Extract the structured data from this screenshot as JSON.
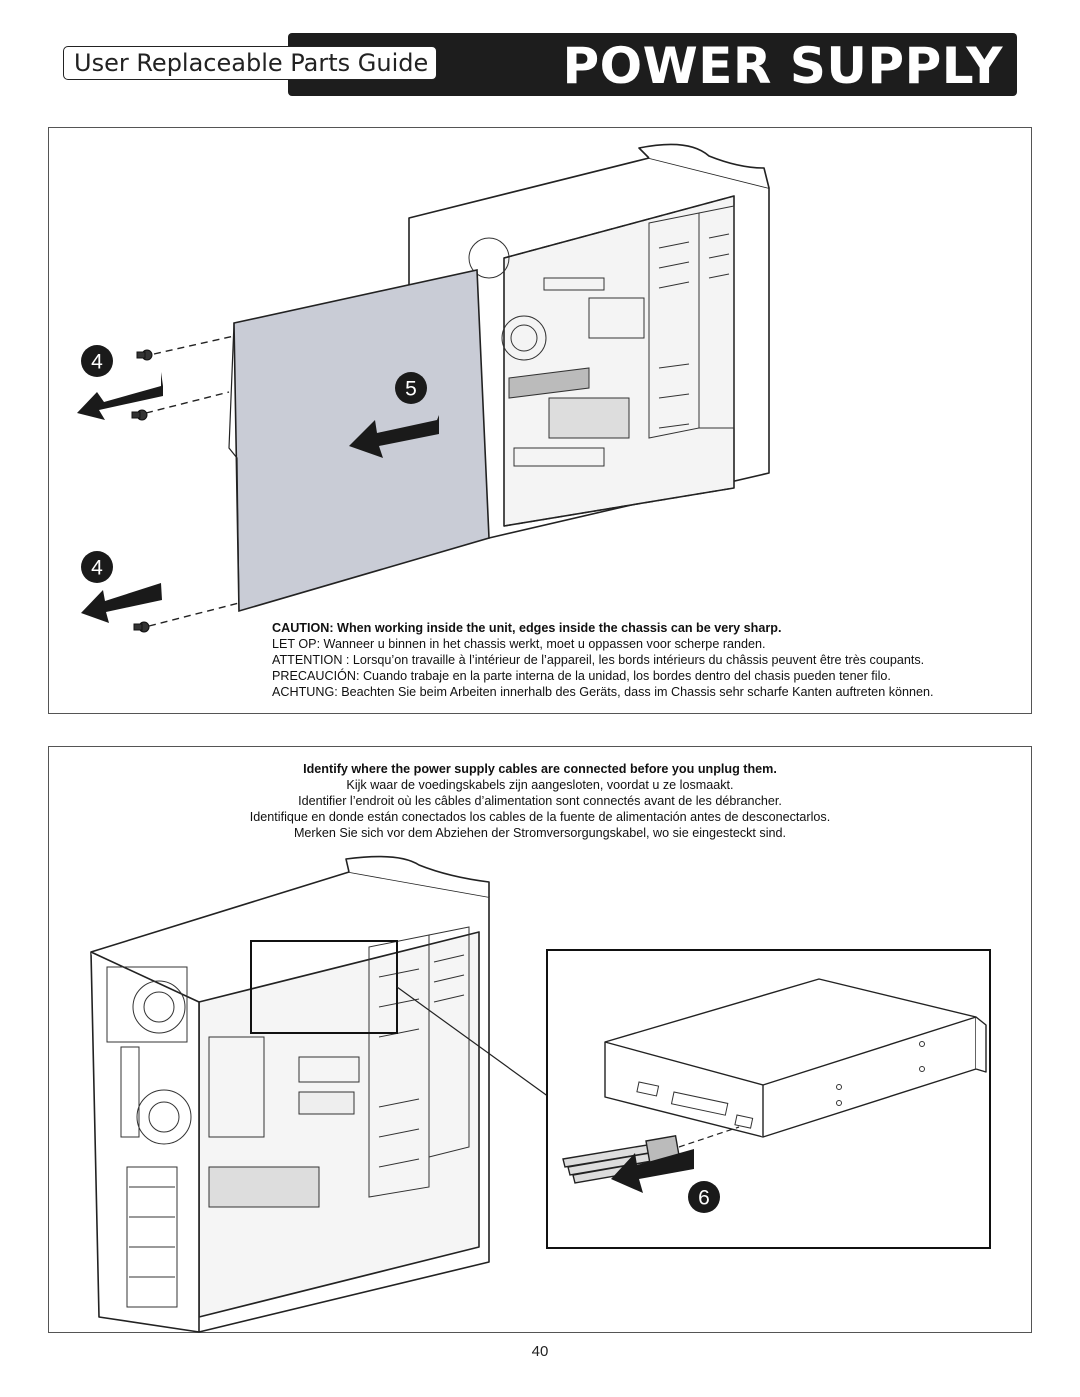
{
  "header": {
    "guide_title": "User Replaceable Parts Guide",
    "section_title": "POWER SUPPLY"
  },
  "panel1": {
    "callouts": [
      "4",
      "5",
      "4"
    ],
    "caution_lines": [
      "CAUTION: When working inside the unit, edges inside the chassis can be very sharp.",
      "LET OP: Wanneer u binnen in het chassis werkt, moet u oppassen voor scherpe randen.",
      "ATTENTION : Lorsqu’on travaille à l’intérieur de l’appareil, les bords intérieurs du châssis peuvent être très coupants.",
      "PRECAUCIÓN: Cuando trabaje en la parte interna de la unidad, los bordes dentro del chasis pueden tener filo.",
      "ACHTUNG: Beachten Sie beim Arbeiten innerhalb des Geräts, dass im Chassis sehr scharfe Kanten auftreten können."
    ]
  },
  "panel2": {
    "callouts": [
      "6"
    ],
    "notice_lines": [
      "Identify where the power supply cables are connected before you unplug them.",
      "Kijk waar de voedingskabels zijn aangesloten, voordat u ze losmaakt.",
      "Identifier l’endroit où les câbles d’alimentation sont connectés avant de les débrancher.",
      "Identifique en donde están conectados los cables de la fuente de alimentación antes de desconectarlos.",
      "Merken Sie sich vor dem Abziehen der Stromversorgungskabel, wo sie eingesteckt sind."
    ]
  },
  "page_number": "40"
}
